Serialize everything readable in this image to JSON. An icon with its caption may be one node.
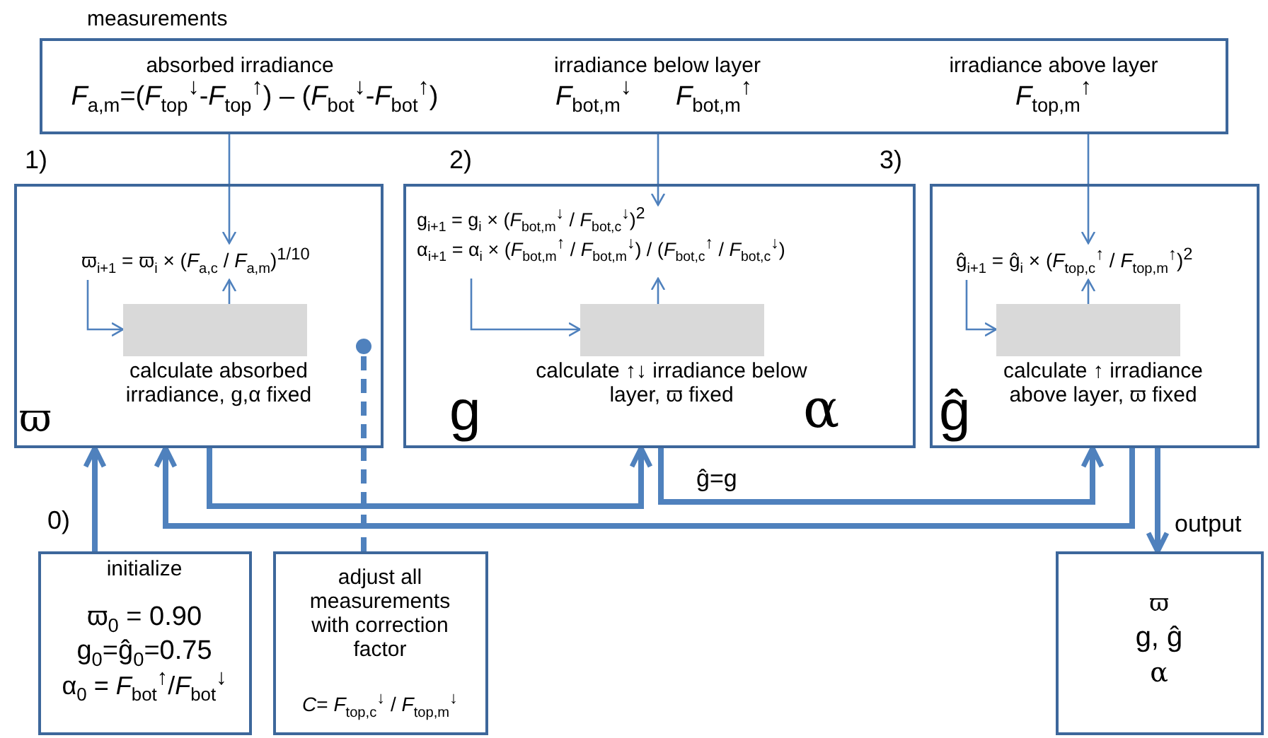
{
  "diagram": {
    "nodes": [
      {
        "text": [
          "measurements",
          "absorbed irradiance",
          "*F*$_{a,m}$=(*F*$_{top}$$^{↓}$-*F*$_{top}$$^{↑}$) – (*F*$_{bot}$$^{↓}$-*F*$_{bot}$$^{↑}$)",
          "irradiance below layer",
          "*F*$_{bot,m}$$^{↓}$",
          "*F*$_{bot,m}$$^{↑}$",
          "irradiance above layer",
          "*F*$_{top,m}$$^{↑}$"
        ]
      },
      {
        "text": [
          "1)",
          "calculate absorbed irradiance, g,α fixed",
          "ϖ"
        ]
      },
      {
        "text": [
          "ϖ$_{i+1}$ = ϖ$_{i}$ × (*F*$_{a,c}$ / *F*$_{a,m}$)$^{1/10}$"
        ],
        "in": 1
      },
      {
        "text": [],
        "shape": "box",
        "in": 1
      },
      {
        "text": [
          "2)",
          "calculate ↑↓ irradiance below layer, ϖ fixed",
          "g",
          "α"
        ]
      },
      {
        "text": [
          "g$_{i+1}$ = g$_{i}$ × (*F*$_{bot,m}$$^{↓}$ / *F*$_{bot,c}$$^{↓}$)$^{2}$",
          "α$_{i+1}$ = α$_{i}$ × (*F*$_{bot,m}$$^{↑}$ / *F*$_{bot,m}$$^{↓}$) / (*F*$_{bot,c}$$^{↑}$ / *F*$_{bot,c}$$^{↓}$)"
        ],
        "in": 4
      },
      {
        "text": [],
        "shape": "box",
        "in": 4
      },
      {
        "text": [
          "3)",
          "calculate ↑ irradiance above layer, ϖ fixed",
          "ĝ"
        ]
      },
      {
        "text": [
          "ĝ$_{i+1}$ = ĝ$_{i}$ × (*F*$_{top,c}$$^{↑}$ / *F*$_{top,m}$$^{↑}$)$^{2}$"
        ],
        "in": 7
      },
      {
        "text": [],
        "shape": "box",
        "in": 7
      },
      {
        "text": [
          "initialize",
          "ϖ$_{0}$ = 0.90",
          "g$_{0}$=ĝ$_{0}$=0.75",
          "α$_{0}$ = *F*$_{bot}$$^{↑}$/*F*$_{bot}$$^{↓}$"
        ],
        "beside": [
          "0)"
        ]
      },
      {
        "text": [
          "adjust all measurements with correction factor",
          "*C*= *F*$_{top,c}$$^{↓}$ / *F*$_{top,m}$$^{↓}$"
        ]
      },
      {
        "text": [
          "ϖ",
          "g, ĝ",
          "α"
        ]
      }
    ],
    "edges": [
      {
        "from": 0,
        "to": 2,
        "arrow": "to"
      },
      {
        "from": 0,
        "to": 5,
        "arrow": "to"
      },
      {
        "from": 0,
        "to": 8,
        "arrow": "to"
      },
      {
        "from": 2,
        "to": 3,
        "arrow": "to"
      },
      {
        "from": 3,
        "to": 2,
        "arrow": "to"
      },
      {
        "from": 5,
        "to": 6,
        "arrow": "to"
      },
      {
        "from": 6,
        "to": 5,
        "arrow": "to"
      },
      {
        "from": 8,
        "to": 9,
        "arrow": "to"
      },
      {
        "from": 9,
        "to": 8,
        "arrow": "to"
      },
      {
        "from": 10,
        "to": 1,
        "arrow": "to",
        "style": "thick"
      },
      {
        "from": 1,
        "to": 4,
        "arrow": "to",
        "style": "thick"
      },
      {
        "from": 4,
        "to": 7,
        "arrow": "to",
        "style": "thick",
        "label": "ĝ=g"
      },
      {
        "from": 7,
        "to": 1,
        "arrow": "to",
        "style": "thick"
      },
      {
        "from": 7,
        "to": 12,
        "arrow": "to",
        "style": "thick",
        "label": "output"
      },
      {
        "from": 11,
        "to": 1,
        "arrow": "other",
        "style": "dashed"
      }
    ]
  }
}
